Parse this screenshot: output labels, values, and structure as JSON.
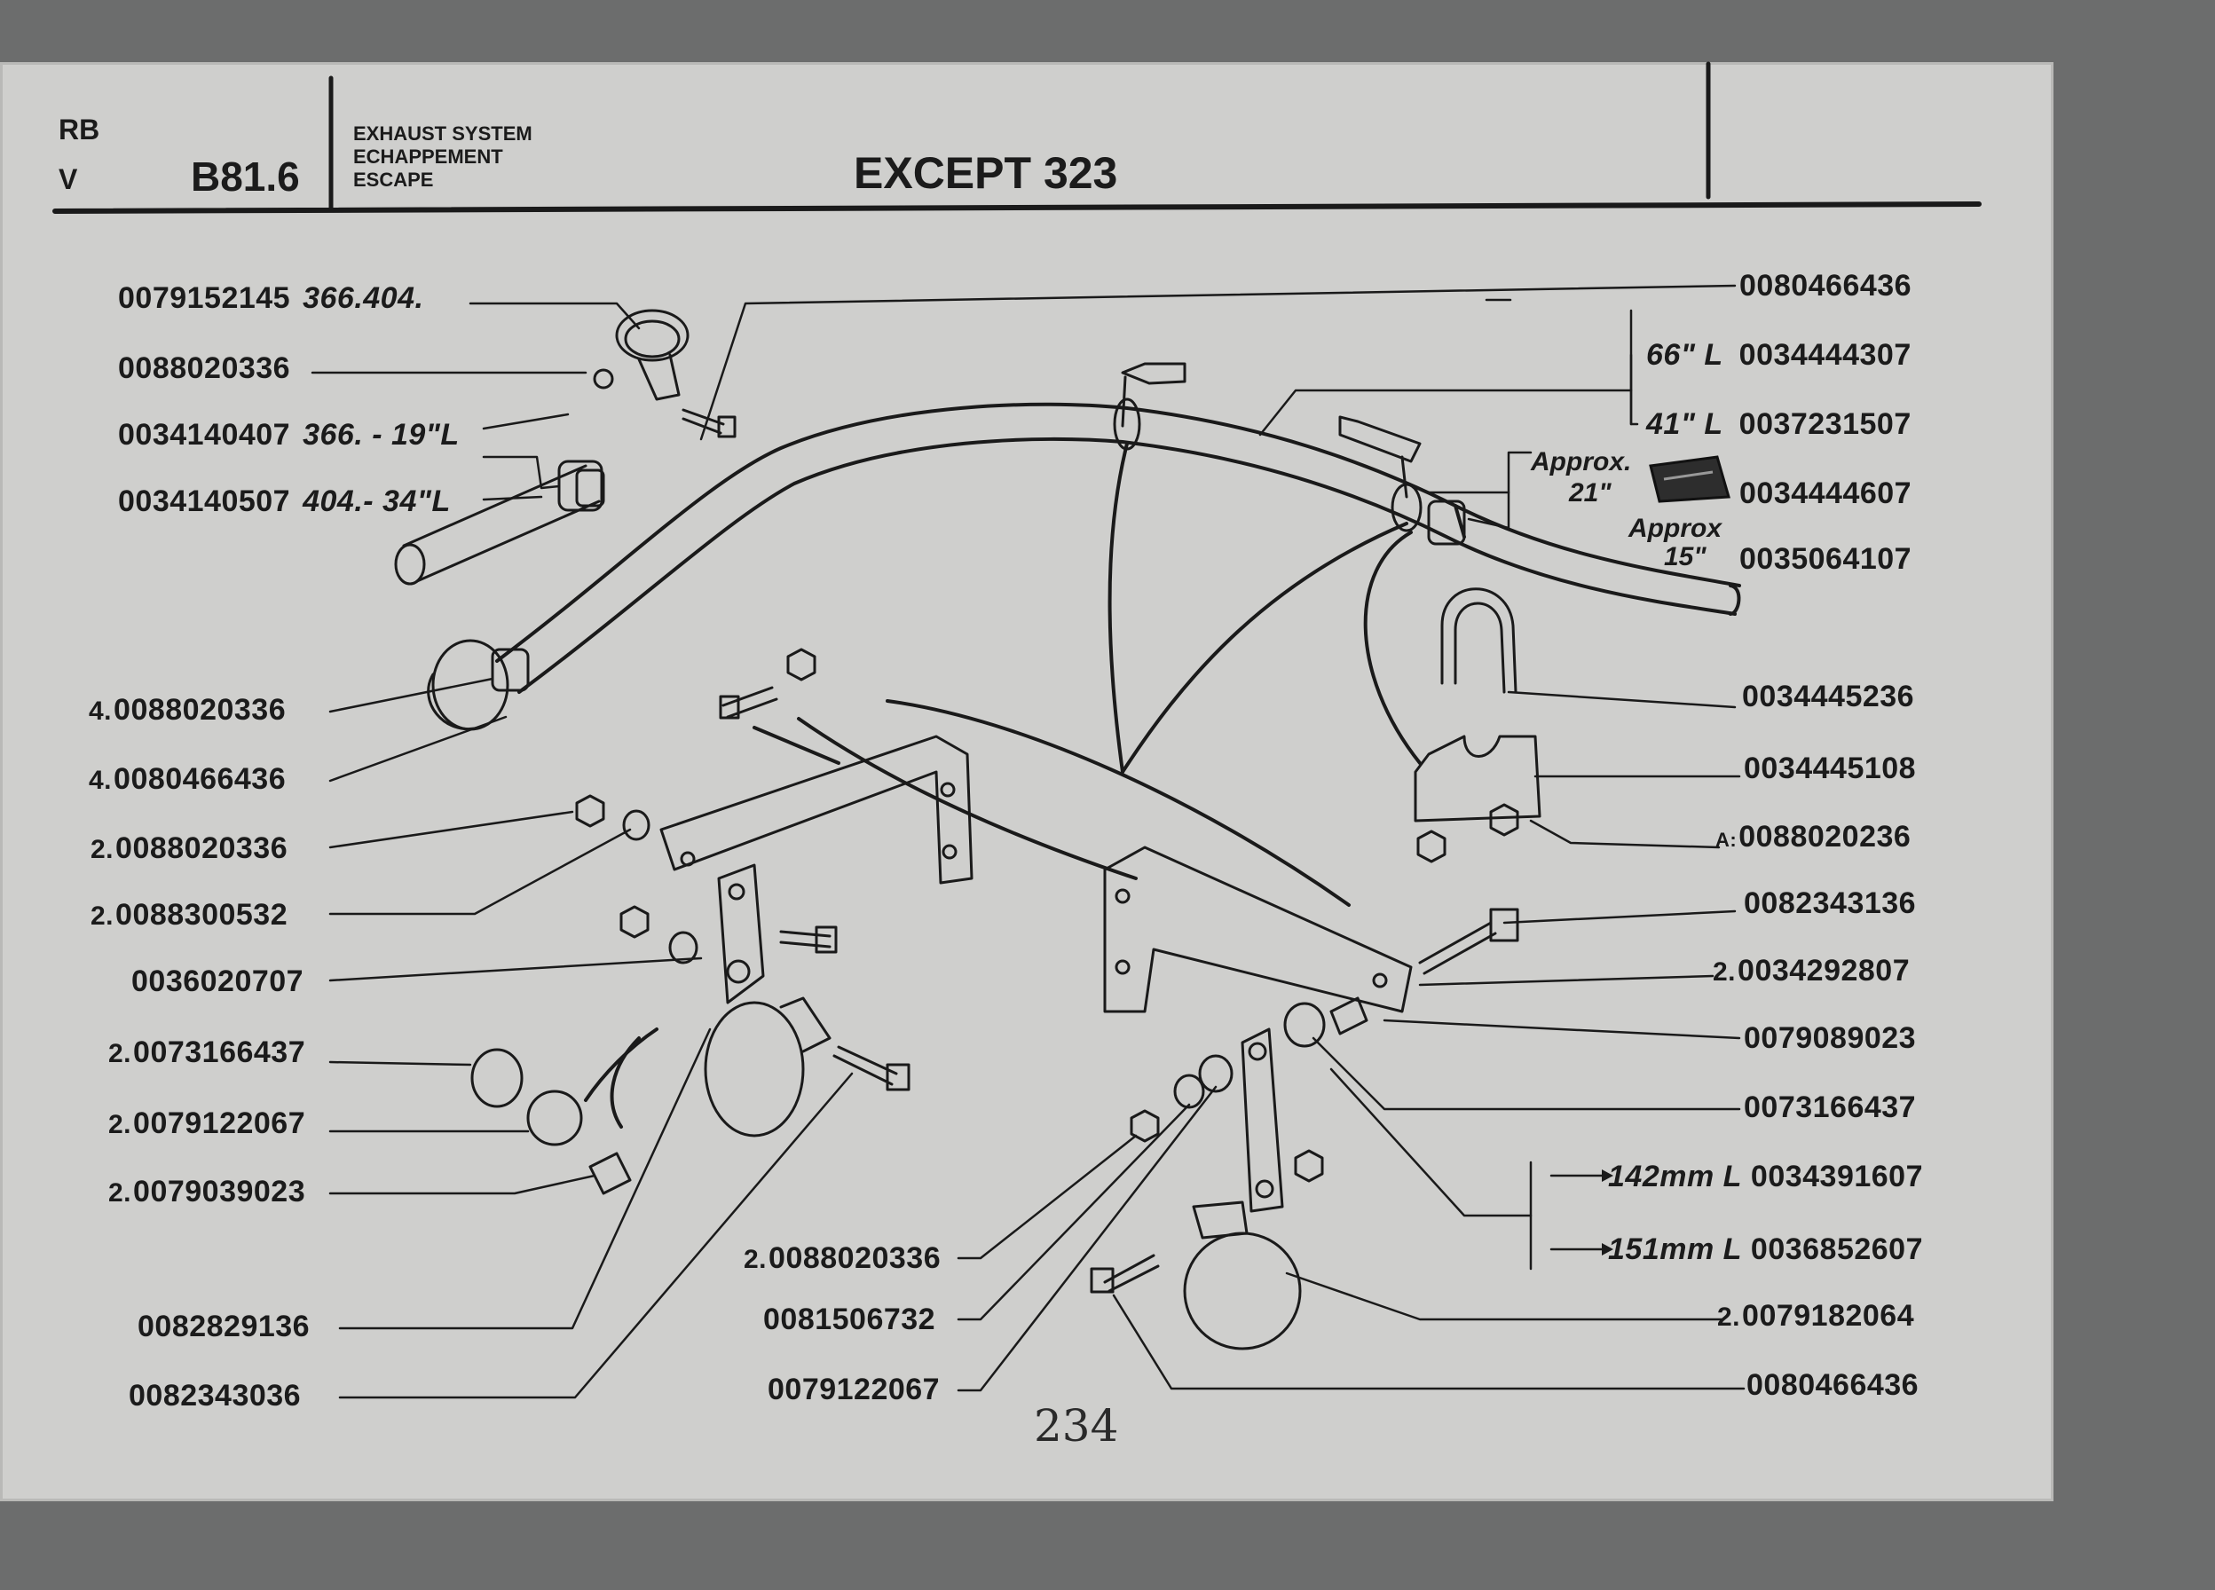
{
  "header": {
    "left_code_top": "RB",
    "left_code_bottom": "V",
    "page_code": "B81.6",
    "system_lines": [
      "EXHAUST SYSTEM",
      "ECHAPPEMENT",
      "ESCAPE"
    ],
    "title": "EXCEPT 323"
  },
  "page_number": "234",
  "notes": {
    "approx21": "Approx.",
    "approx21_val": "21\"",
    "approx15": "Approx",
    "approx15_val": "15\""
  },
  "callouts_left": [
    {
      "qty": "",
      "part": "0079152145",
      "note": "366.404."
    },
    {
      "qty": "",
      "part": "0088020336",
      "note": ""
    },
    {
      "qty": "",
      "part": "0034140407",
      "note": "366. - 19\"L"
    },
    {
      "qty": "",
      "part": "0034140507",
      "note": "404.- 34\"L"
    },
    {
      "qty": "4.",
      "part": "0088020336",
      "note": ""
    },
    {
      "qty": "4.",
      "part": "0080466436",
      "note": ""
    },
    {
      "qty": "2.",
      "part": "0088020336",
      "note": ""
    },
    {
      "qty": "2.",
      "part": "0088300532",
      "note": ""
    },
    {
      "qty": "",
      "part": "0036020707",
      "note": ""
    },
    {
      "qty": "2.",
      "part": "0073166437",
      "note": ""
    },
    {
      "qty": "2.",
      "part": "0079122067",
      "note": ""
    },
    {
      "qty": "2.",
      "part": "0079039023",
      "note": ""
    },
    {
      "qty": "",
      "part": "0082829136",
      "note": ""
    },
    {
      "qty": "",
      "part": "0082343036",
      "note": ""
    }
  ],
  "callouts_bottom": [
    {
      "qty": "2.",
      "part": "0088020336"
    },
    {
      "qty": "",
      "part": "0081506732"
    },
    {
      "qty": "",
      "part": "0079122067"
    }
  ],
  "callouts_right": [
    {
      "qty": "",
      "part": "0080466436",
      "note": ""
    },
    {
      "qty": "",
      "part": "0034444307",
      "note": "66\" L"
    },
    {
      "qty": "",
      "part": "0037231507",
      "note": "41\" L"
    },
    {
      "qty": "",
      "part": "0034444607",
      "note": ""
    },
    {
      "qty": "",
      "part": "0035064107",
      "note": ""
    },
    {
      "qty": "",
      "part": "0034445236",
      "note": ""
    },
    {
      "qty": "",
      "part": "0034445108",
      "note": ""
    },
    {
      "qty": "A:",
      "part": "0088020236",
      "note": ""
    },
    {
      "qty": "",
      "part": "0082343136",
      "note": ""
    },
    {
      "qty": "2.",
      "part": "0034292807",
      "note": ""
    },
    {
      "qty": "",
      "part": "0079089023",
      "note": ""
    },
    {
      "qty": "",
      "part": "0073166437",
      "note": ""
    },
    {
      "qty": "",
      "part": "0034391607",
      "note": "142mm L"
    },
    {
      "qty": "",
      "part": "0036852607",
      "note": "151mm L"
    },
    {
      "qty": "2.",
      "part": "0079182064",
      "note": ""
    },
    {
      "qty": "",
      "part": "0080466436",
      "note": ""
    }
  ]
}
